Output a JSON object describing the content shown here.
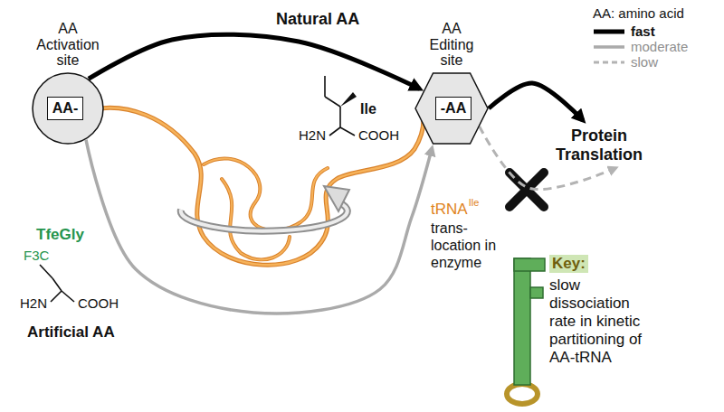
{
  "diagram": {
    "nodes": [
      {
        "text": [
          "AA Activation site"
        ]
      },
      {
        "text": [
          "AA-"
        ],
        "in": 0
      },
      {
        "text": [
          "AA Editing site"
        ]
      },
      {
        "text": [
          "-AA"
        ],
        "in": 2
      },
      {
        "text": [
          "Protein Translation"
        ]
      }
    ],
    "edges": [
      {
        "from": 0,
        "to": 2,
        "arrow": "to",
        "label": "Natural AA"
      },
      {
        "from": 2,
        "to": 4,
        "arrow": "to"
      },
      {
        "from": 0,
        "to": 2,
        "arrow": "to"
      },
      {
        "from": 2,
        "to": 4,
        "arrow": "to"
      }
    ],
    "labels": [
      "AA: amino acid",
      "Ile",
      "H2N",
      "COOH",
      "TfeGly",
      "F3C",
      "H2N",
      "COOH",
      "Artificial AA",
      "tRNA",
      "Ile",
      "trans- location in enzyme",
      "Key:",
      "slow dissociation rate in kinetic partitioning of AA-tRNA"
    ],
    "legend": [
      {
        "text": "fast"
      },
      {
        "text": "moderate"
      },
      {
        "text": "slow"
      }
    ]
  }
}
